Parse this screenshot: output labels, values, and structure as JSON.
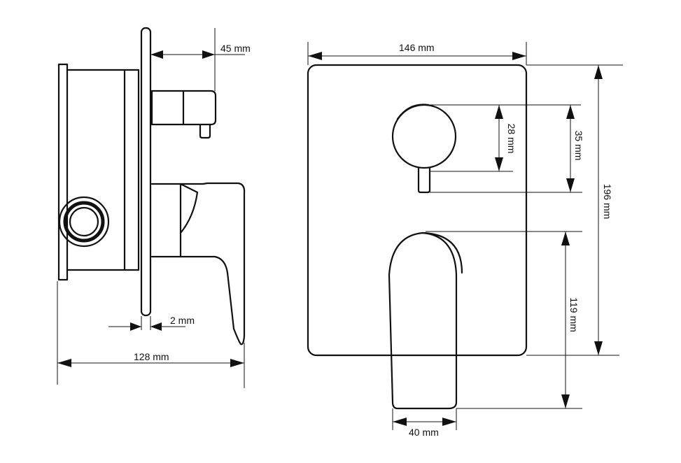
{
  "dimensions": {
    "side_lever_depth": "45 mm",
    "side_plate_thickness": "2 mm",
    "side_total_depth": "128 mm",
    "front_width": "146 mm",
    "front_height": "196 mm",
    "knob_height": "28 mm",
    "knob_offset": "35 mm",
    "handle_height": "119 mm",
    "handle_width": "40 mm"
  }
}
